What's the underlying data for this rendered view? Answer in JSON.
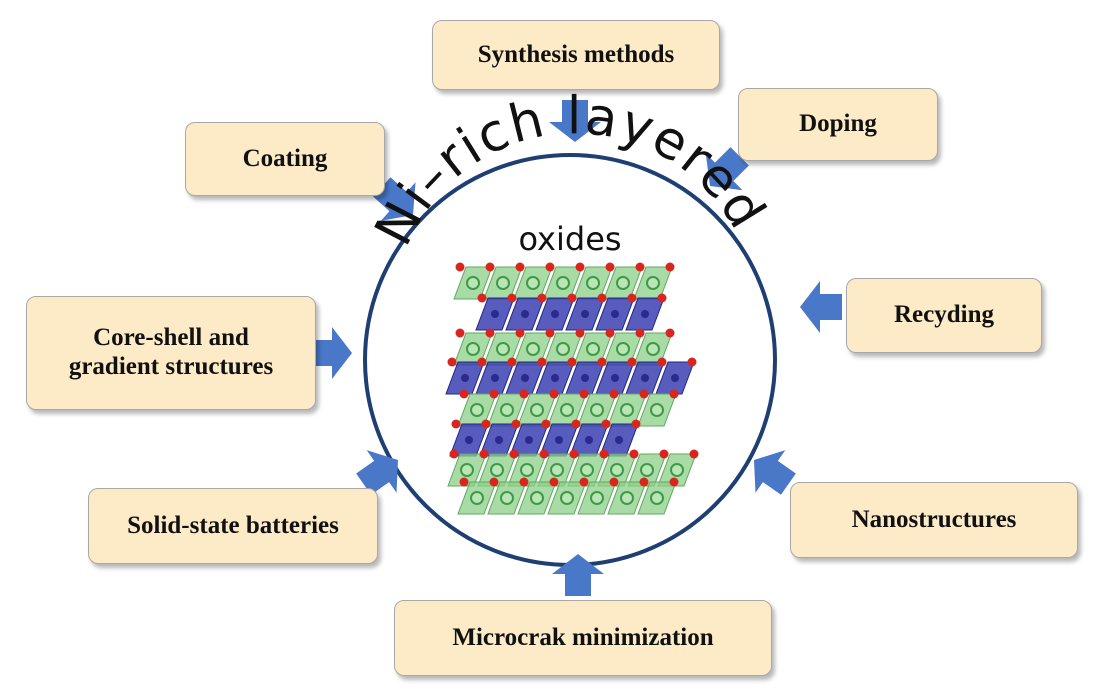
{
  "center": {
    "title": "Ni–rich layered",
    "subtitle": "oxides"
  },
  "boxes": {
    "synthesis": "Synthesis methods",
    "doping": "Doping",
    "coating": "Coating",
    "recycling": "Recyding",
    "coreshell_line1": "Core-shell and",
    "coreshell_line2": "gradient structures",
    "solid_state": "Solid-state batteries",
    "nanostructures": "Nanostructures",
    "microcrak": "Microcrak minimization"
  },
  "colors": {
    "box_fill": "#fcebc6",
    "arrow": "#4a78c9",
    "circle_stroke": "#1f3f72",
    "octa_green": "#8ccf8a",
    "octa_blue": "#3b3fb0",
    "oxygen_red": "#d8261f"
  }
}
